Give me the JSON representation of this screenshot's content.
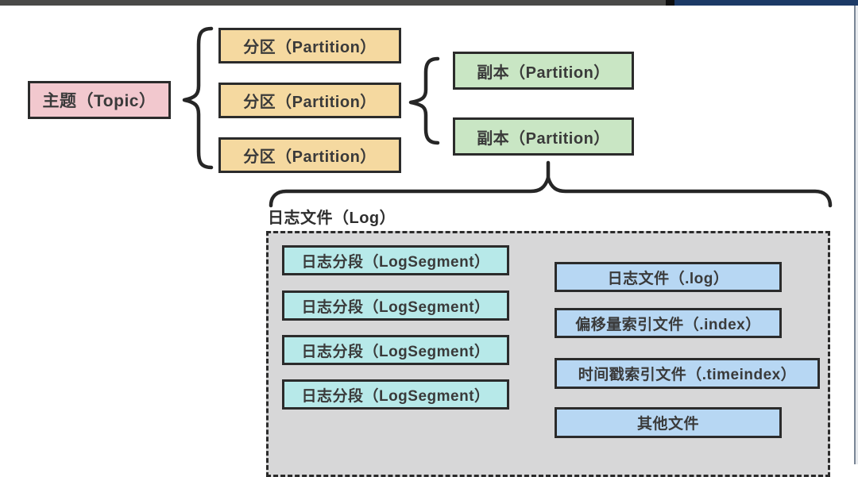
{
  "window": {
    "topbar_left_color": "#4a4a48",
    "topbar_notch_color": "#0f0f0f",
    "topbar_right_color": "#1c3a66"
  },
  "diagram": {
    "topic": {
      "label": "主题（Topic）",
      "fill": "#f2c8ce"
    },
    "partitions": {
      "fill": "#f5d9a0",
      "items": [
        "分区（Partition）",
        "分区（Partition）",
        "分区（Partition）"
      ]
    },
    "replicas": {
      "fill": "#c9e6c4",
      "items": [
        "副本（Partition）",
        "副本（Partition）"
      ]
    },
    "log": {
      "label": "日志文件（Log）",
      "container_fill": "#d7d7d8",
      "segments": {
        "fill": "#b7e9e9",
        "items": [
          "日志分段（LogSegment）",
          "日志分段（LogSegment）",
          "日志分段（LogSegment）",
          "日志分段（LogSegment）"
        ]
      },
      "files": {
        "fill": "#b7d7f3",
        "items": [
          "日志文件（.log）",
          "偏移量索引文件（.index）",
          "时间戳索引文件（.timeindex）",
          "其他文件"
        ]
      }
    },
    "border_color": "#2b2b2b"
  }
}
